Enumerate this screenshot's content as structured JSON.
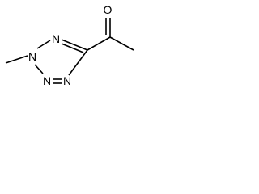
{
  "structure": {
    "atoms": {
      "o": "O",
      "n1": "N",
      "n2": "N",
      "n3": "N",
      "n4": "N"
    }
  }
}
